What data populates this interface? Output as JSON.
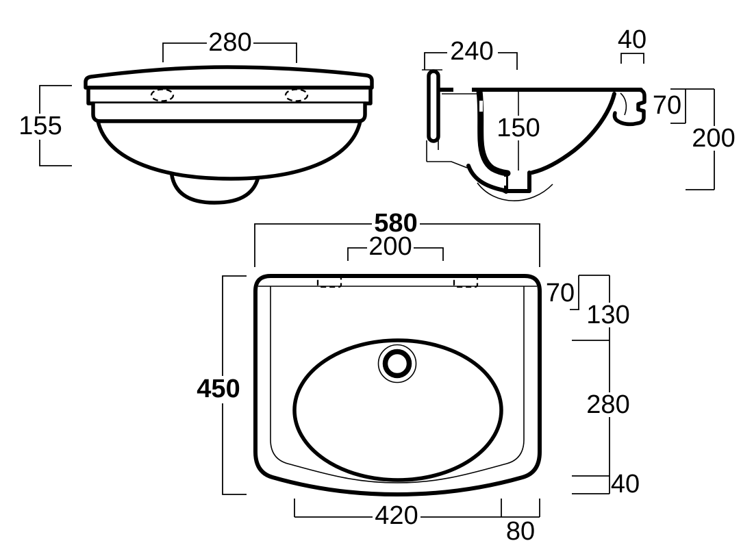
{
  "colors": {
    "background": "#ffffff",
    "line": "#000000"
  },
  "views": {
    "front": {
      "tap_spacing": "280",
      "height": "155"
    },
    "side": {
      "wall_depth": "240",
      "lip_width": "40",
      "rim_height": "70",
      "total_height": "200",
      "bowl_depth": "150"
    },
    "plan": {
      "overall_width": "580",
      "tap_spacing": "200",
      "overall_depth": "450",
      "rim_offset": "70",
      "bowl_front_offset": "130",
      "bowl_length": "280",
      "front_gap": "40",
      "bowl_width": "420",
      "side_gap": "80"
    }
  }
}
